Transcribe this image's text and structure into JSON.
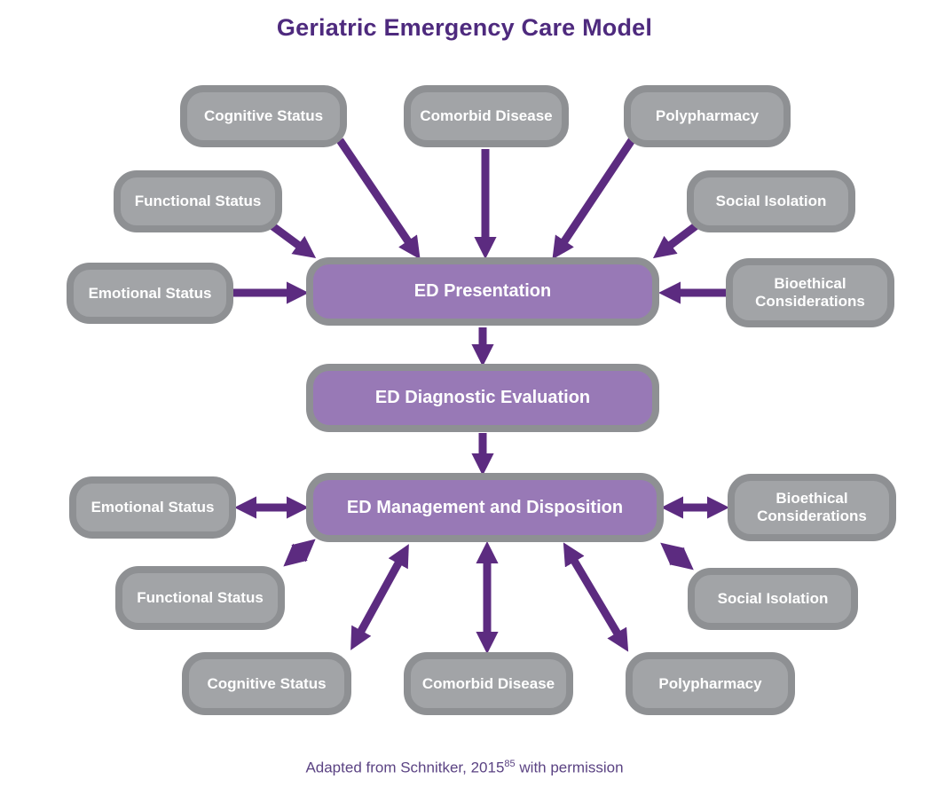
{
  "title": "Geriatric Emergency Care Model",
  "nodes": {
    "top_cognitive": {
      "label": "Cognitive Status"
    },
    "top_comorbid": {
      "label": "Comorbid Disease"
    },
    "top_polypharmacy": {
      "label": "Polypharmacy"
    },
    "top_functional": {
      "label": "Functional Status"
    },
    "top_social": {
      "label": "Social Isolation"
    },
    "top_emotional": {
      "label": "Emotional Status"
    },
    "top_bioethical": {
      "label": "Bioethical Considerations"
    },
    "ed_presentation": {
      "label": "ED Presentation"
    },
    "ed_diagnostic": {
      "label": "ED Diagnostic Evaluation"
    },
    "ed_management": {
      "label": "ED Management and Disposition"
    },
    "bottom_emotional": {
      "label": "Emotional Status"
    },
    "bottom_bioethical": {
      "label": "Bioethical Considerations"
    },
    "bottom_functional": {
      "label": "Functional Status"
    },
    "bottom_social": {
      "label": "Social Isolation"
    },
    "bottom_cognitive": {
      "label": "Cognitive Status"
    },
    "bottom_comorbid": {
      "label": "Comorbid Disease"
    },
    "bottom_polypharmacy": {
      "label": "Polypharmacy"
    }
  },
  "relationships": [
    {
      "from": "Cognitive Status",
      "to": "ED Presentation",
      "bidirectional": false
    },
    {
      "from": "Comorbid Disease",
      "to": "ED Presentation",
      "bidirectional": false
    },
    {
      "from": "Polypharmacy",
      "to": "ED Presentation",
      "bidirectional": false
    },
    {
      "from": "Functional Status",
      "to": "ED Presentation",
      "bidirectional": false
    },
    {
      "from": "Social Isolation",
      "to": "ED Presentation",
      "bidirectional": false
    },
    {
      "from": "Emotional Status",
      "to": "ED Presentation",
      "bidirectional": false
    },
    {
      "from": "Bioethical Considerations",
      "to": "ED Presentation",
      "bidirectional": false
    },
    {
      "from": "ED Presentation",
      "to": "ED Diagnostic Evaluation",
      "bidirectional": false
    },
    {
      "from": "ED Diagnostic Evaluation",
      "to": "ED Management and Disposition",
      "bidirectional": false
    },
    {
      "from": "ED Management and Disposition",
      "to": "Emotional Status",
      "bidirectional": true
    },
    {
      "from": "ED Management and Disposition",
      "to": "Bioethical Considerations",
      "bidirectional": true
    },
    {
      "from": "ED Management and Disposition",
      "to": "Functional Status",
      "bidirectional": true
    },
    {
      "from": "ED Management and Disposition",
      "to": "Social Isolation",
      "bidirectional": true
    },
    {
      "from": "ED Management and Disposition",
      "to": "Cognitive Status",
      "bidirectional": true
    },
    {
      "from": "ED Management and Disposition",
      "to": "Comorbid Disease",
      "bidirectional": true
    },
    {
      "from": "ED Management and Disposition",
      "to": "Polypharmacy",
      "bidirectional": true
    }
  ],
  "footer": {
    "prefix": "Adapted from Schnitker, 2015",
    "superscript": "85",
    "suffix": " with permission"
  },
  "colors": {
    "title_color": "#4e2a7e",
    "arrow_color": "#5c2b80",
    "stage_fill": "#9879b6",
    "factor_fill": "#a2a4a7",
    "box_border": "#8e9093",
    "box_text": "#ffffff",
    "footer_color": "#5b4383"
  }
}
